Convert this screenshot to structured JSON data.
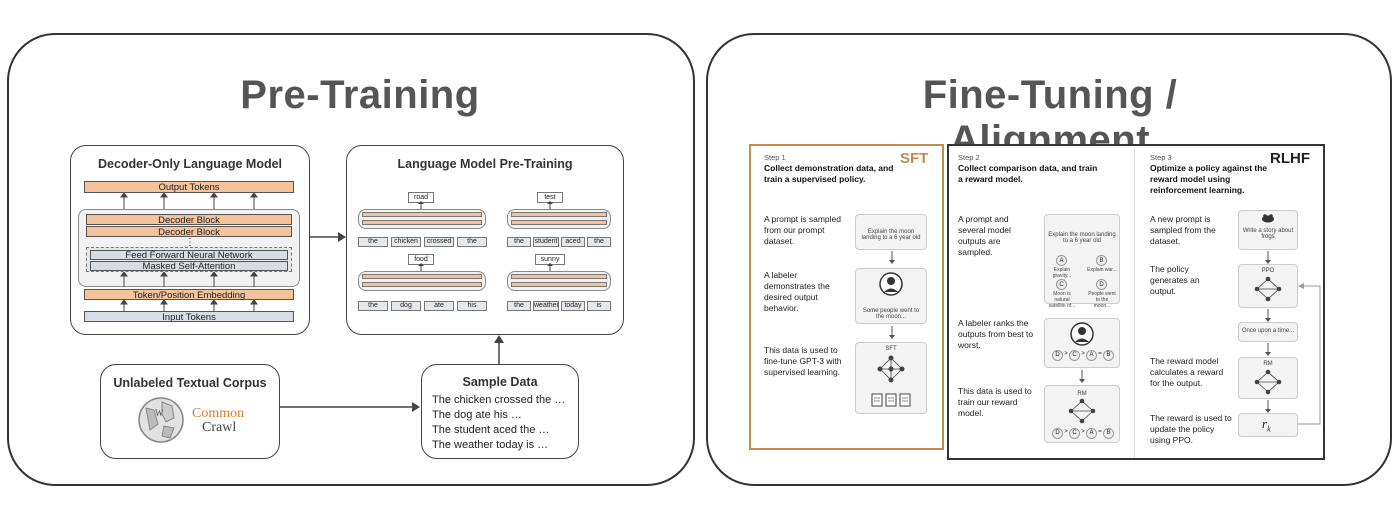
{
  "pretraining": {
    "title": "Pre-Training",
    "decoder": {
      "title": "Decoder-Only Language Model",
      "output_tokens": "Output Tokens",
      "decoder_block_1": "Decoder Block",
      "decoder_block_2": "Decoder Block",
      "ellipsis": "⋮",
      "ffn": "Feed Forward Neural Network",
      "attention": "Masked Self-Attention",
      "embedding": "Token/Position Embedding",
      "input_tokens": "Input Tokens"
    },
    "lm": {
      "title": "Language Model Pre-Training",
      "examples": [
        {
          "output": "road",
          "inputs": [
            "the",
            "chicken",
            "crossed",
            "the"
          ]
        },
        {
          "output": "test",
          "inputs": [
            "the",
            "student",
            "aced",
            "the"
          ]
        },
        {
          "output": "food",
          "inputs": [
            "the",
            "dog",
            "ate",
            "his"
          ]
        },
        {
          "output": "sunny",
          "inputs": [
            "the",
            "weather",
            "today",
            "is"
          ]
        }
      ]
    },
    "corpus": {
      "title": "Unlabeled Textual Corpus",
      "logo_text_1": "Common",
      "logo_text_2": "Crawl"
    },
    "sample": {
      "title": "Sample Data",
      "lines": [
        "The chicken crossed the …",
        "The dog ate his …",
        "The student aced the …",
        "The weather today is …"
      ]
    }
  },
  "finetuning": {
    "title": "Fine-Tuning / Alignment",
    "sft_tag": "SFT",
    "rlhf_tag": "RLHF",
    "step1": {
      "label": "Step 1",
      "title": "Collect demonstration data, and train a supervised policy.",
      "texts": [
        "A prompt is sampled from our prompt dataset.",
        "A labeler demonstrates the desired output behavior.",
        "This data is used to fine-tune GPT-3 with supervised learning."
      ],
      "prompt": "Explain the moon landing to a 6 year old",
      "answer": "Some people went to the moon...",
      "model": "SFT"
    },
    "step2": {
      "label": "Step 2",
      "title": "Collect comparison data, and train a reward model.",
      "texts": [
        "A prompt and several model outputs are sampled.",
        "A labeler ranks the outputs from best to worst.",
        "This data is used to train our reward model."
      ],
      "prompt": "Explain the moon landing to a 6 year old",
      "outputs": [
        {
          "letter": "A",
          "text": "Explain gravity..."
        },
        {
          "letter": "B",
          "text": "Explain war..."
        },
        {
          "letter": "C",
          "text": "Moon is natural satellite of..."
        },
        {
          "letter": "D",
          "text": "People went to the moon..."
        }
      ],
      "ranking": [
        "D",
        ">",
        "C",
        ">",
        "A",
        "=",
        "B"
      ],
      "model": "RM"
    },
    "step3": {
      "label": "Step 3",
      "title": "Optimize a policy against the reward model using reinforcement learning.",
      "texts": [
        "A new prompt is sampled from the dataset.",
        "The policy generates an output.",
        "The reward model calculates a reward for the output.",
        "The reward is used to update the policy using PPO."
      ],
      "prompt": "Write a story about frogs",
      "policy": "PPO",
      "output": "Once upon a time...",
      "rm": "RM",
      "reward": "r",
      "reward_sub": "k"
    }
  },
  "colors": {
    "peach": "#f4c29b",
    "grey": "#d7dde3",
    "title": "#555555"
  }
}
